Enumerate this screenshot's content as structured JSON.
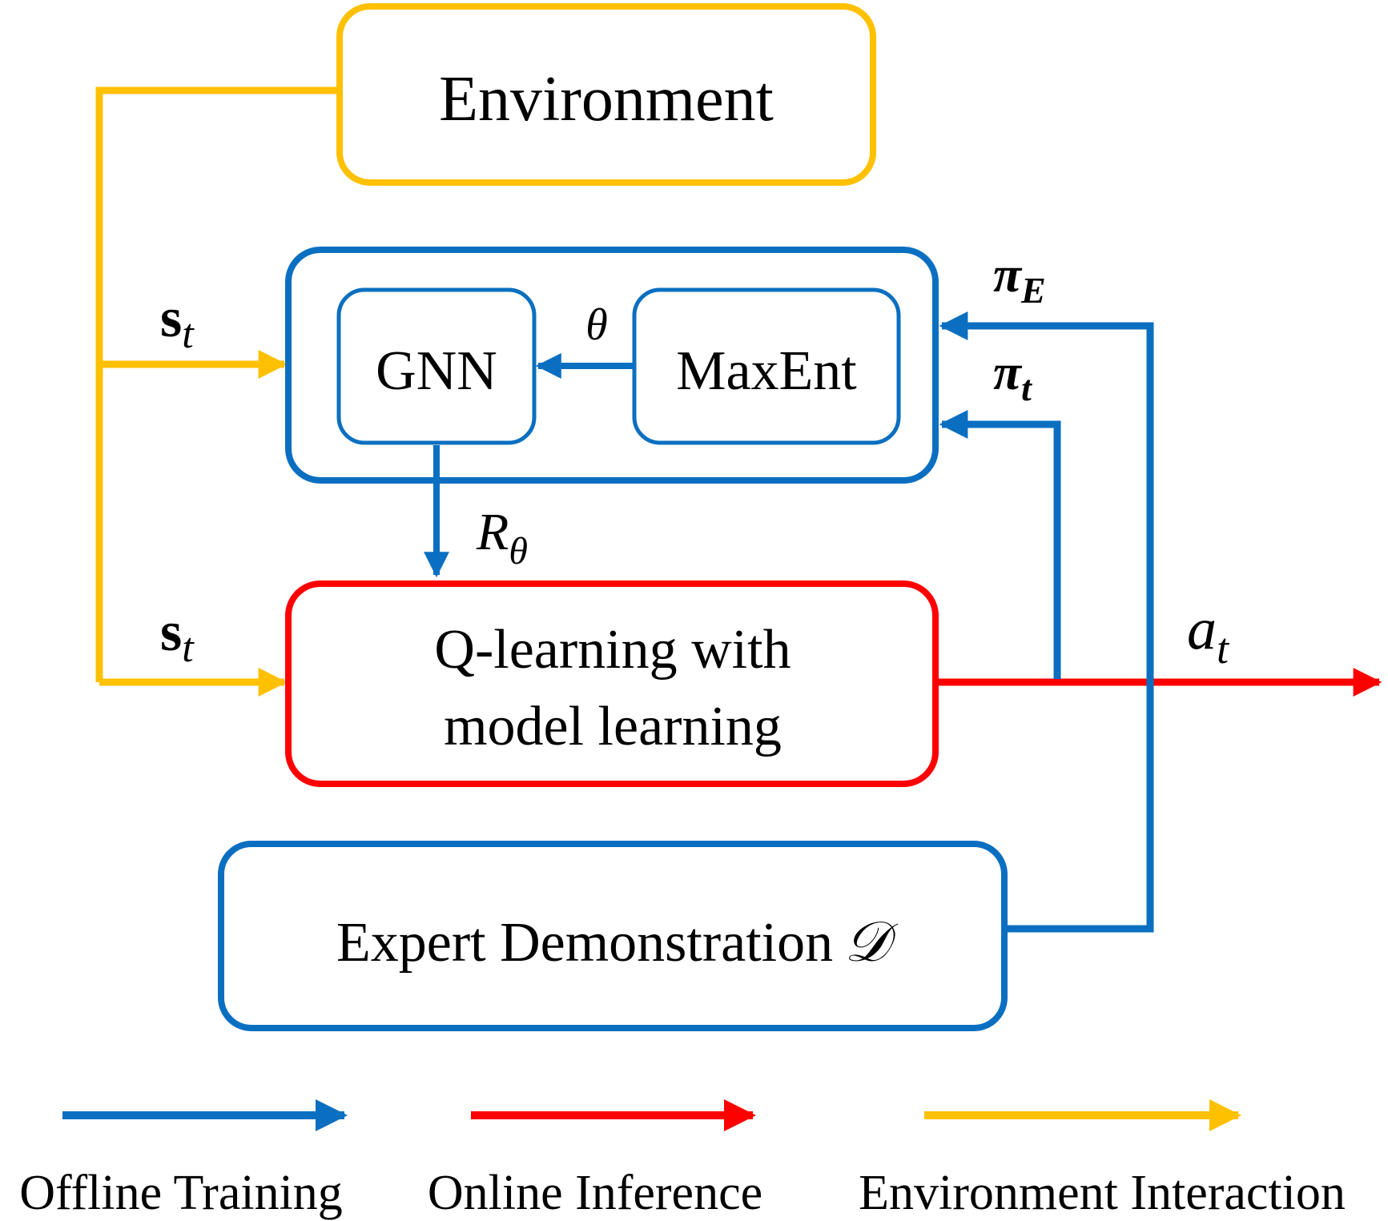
{
  "colors": {
    "offline": "#0b6fc1",
    "online": "#ff0000",
    "environment": "#ffc000",
    "text": "#000000"
  },
  "boxes": {
    "environment": "Environment",
    "gnn": "GNN",
    "maxent": "MaxEnt",
    "qlearning_line1": "Q-learning with",
    "qlearning_line2": "model learning",
    "expert": "Expert Demonstration"
  },
  "symbols": {
    "dataset": "𝒟",
    "state_top": {
      "base": "s",
      "sub": "t"
    },
    "state_bottom": {
      "base": "s",
      "sub": "t"
    },
    "theta": "θ",
    "reward": {
      "base": "R",
      "sub": "θ"
    },
    "pi_expert": {
      "base": "π",
      "sub": "E"
    },
    "pi_t": {
      "base": "π",
      "sub": "t"
    },
    "action": {
      "base": "a",
      "sub": "t"
    }
  },
  "legend": [
    {
      "label": "Offline Training",
      "color": "#0b6fc1"
    },
    {
      "label": "Online Inference",
      "color": "#ff0000"
    },
    {
      "label": "Environment Interaction",
      "color": "#ffc000"
    }
  ]
}
